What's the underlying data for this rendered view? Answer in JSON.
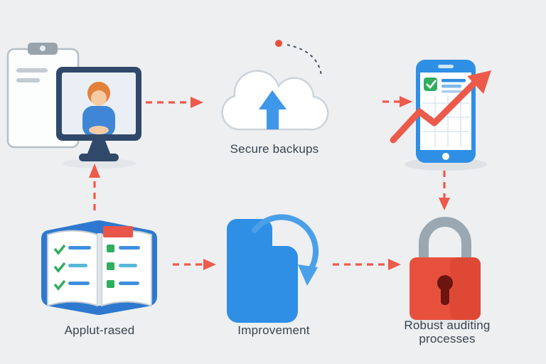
{
  "diagram": {
    "type": "process-flow-infographic",
    "background_color": "#edeff1",
    "colors": {
      "arrow_red": "#ee5a4b",
      "accent_blue": "#2f8fe5",
      "navy": "#30496b",
      "lock_red": "#e8503e",
      "shackle_gray": "#9ba8b1",
      "check_green": "#2fae5e",
      "text": "#39434f",
      "cloud_outline": "#ccd4da"
    },
    "nodes": {
      "clipboard": {
        "icon": "clipboard-icon",
        "label": ""
      },
      "monitor": {
        "icon": "monitor-person-icon",
        "label": ""
      },
      "cloud": {
        "icon": "cloud-upload-icon",
        "label": "Secure backups"
      },
      "phone": {
        "icon": "phone-growth-chart-icon",
        "label": ""
      },
      "book": {
        "icon": "open-book-icon",
        "label": "Applut-rased"
      },
      "refresh": {
        "icon": "document-refresh-icon",
        "label": "Improvement"
      },
      "lock": {
        "icon": "padlock-icon",
        "label": "Robust auditing processes"
      }
    },
    "arrows": [
      {
        "from": "monitor",
        "to": "cloud",
        "style": "dashed-red"
      },
      {
        "from": "cloud",
        "to": "phone",
        "style": "dashed-red"
      },
      {
        "from": "book",
        "to": "monitor",
        "style": "dashed-red"
      },
      {
        "from": "phone",
        "to": "lock",
        "style": "dashed-red"
      },
      {
        "from": "book",
        "to": "refresh",
        "style": "dashed-red"
      },
      {
        "from": "refresh",
        "to": "lock",
        "style": "dashed-red"
      }
    ]
  }
}
